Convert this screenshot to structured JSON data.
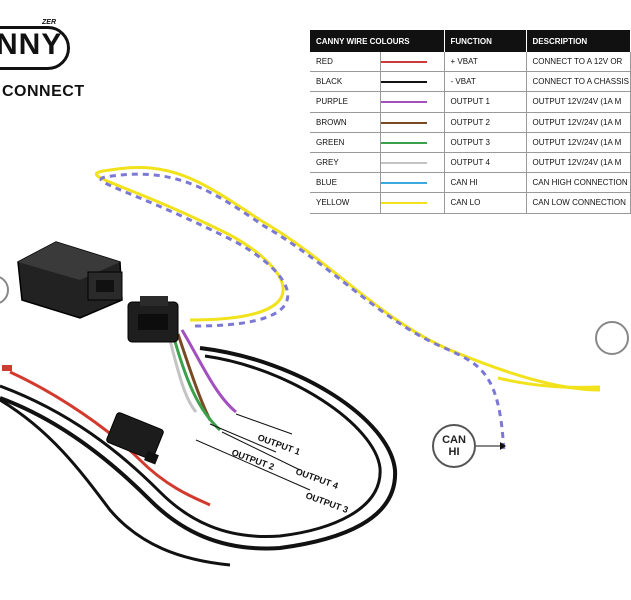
{
  "logo": {
    "text": "NNY",
    "tagline": "ZER"
  },
  "subtitle": "CONNECT",
  "legend": {
    "headers": [
      "CANNY WIRE COLOURS",
      "",
      "FUNCTION",
      "DESCRIPTION"
    ],
    "rows": [
      {
        "colour": "RED",
        "hex": "#cc3a3a",
        "function": "+ VBAT",
        "description": "CONNECT TO A 12V OR"
      },
      {
        "colour": "BLACK",
        "hex": "#111111",
        "function": "- VBAT",
        "description": "CONNECT TO A CHASSIS"
      },
      {
        "colour": "PURPLE",
        "hex": "#a24fc0",
        "function": "OUTPUT 1",
        "description": "OUTPUT 12V/24V (1A M"
      },
      {
        "colour": "BROWN",
        "hex": "#7a4a25",
        "function": "OUTPUT 2",
        "description": "OUTPUT 12V/24V (1A M"
      },
      {
        "colour": "GREEN",
        "hex": "#3aa04a",
        "function": "OUTPUT 3",
        "description": "OUTPUT 12V/24V (1A M"
      },
      {
        "colour": "GREY",
        "hex": "#c4c4c4",
        "function": "OUTPUT 4",
        "description": "OUTPUT 12V/24V (1A M"
      },
      {
        "colour": "BLUE",
        "hex": "#3aa9e0",
        "function": "CAN HI",
        "description": "CAN HIGH CONNECTION"
      },
      {
        "colour": "YELLOW",
        "hex": "#f2e21b",
        "function": "CAN LO",
        "description": "CAN LOW CONNECTION"
      }
    ]
  },
  "callout": {
    "line1": "CAN",
    "line2": "HI"
  },
  "output_labels": [
    "OUTPUT 1",
    "OUTPUT 2",
    "OUTPUT 4",
    "OUTPUT 3"
  ],
  "colors": {
    "wire_yellow": "#f2e21b",
    "wire_blue": "#7b78d6",
    "wire_red": "#d23a2e",
    "wire_black": "#111111"
  }
}
